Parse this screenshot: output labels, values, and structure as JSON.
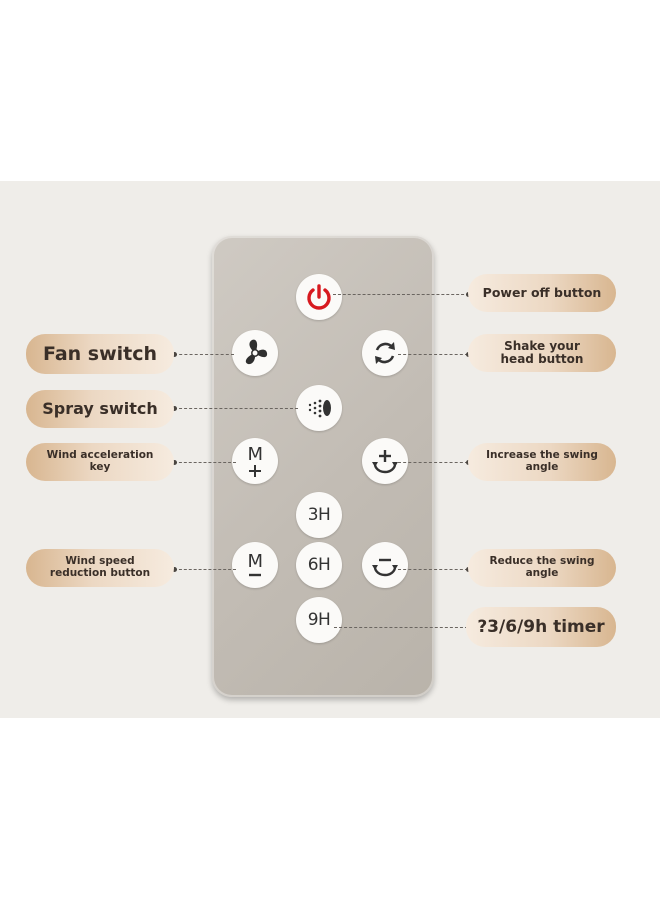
{
  "labels": {
    "power": "Power off button",
    "fan": "Fan switch",
    "shake": "Shake your head button",
    "spray": "Spray switch",
    "wind_up": "Wind acceleration key",
    "swing_up": "Increase the swing angle",
    "wind_down": "Wind speed reduction button",
    "swing_down": "Reduce the swing angle",
    "timer": "?3/6/9h timer"
  },
  "buttons": {
    "m_plus": "M",
    "m_minus": "M",
    "t3": "3H",
    "t6": "6H",
    "t9": "9H"
  },
  "colors": {
    "power_red": "#d7191f",
    "label_gold": "#d8b690",
    "remote_body": "#c2bcb4"
  }
}
